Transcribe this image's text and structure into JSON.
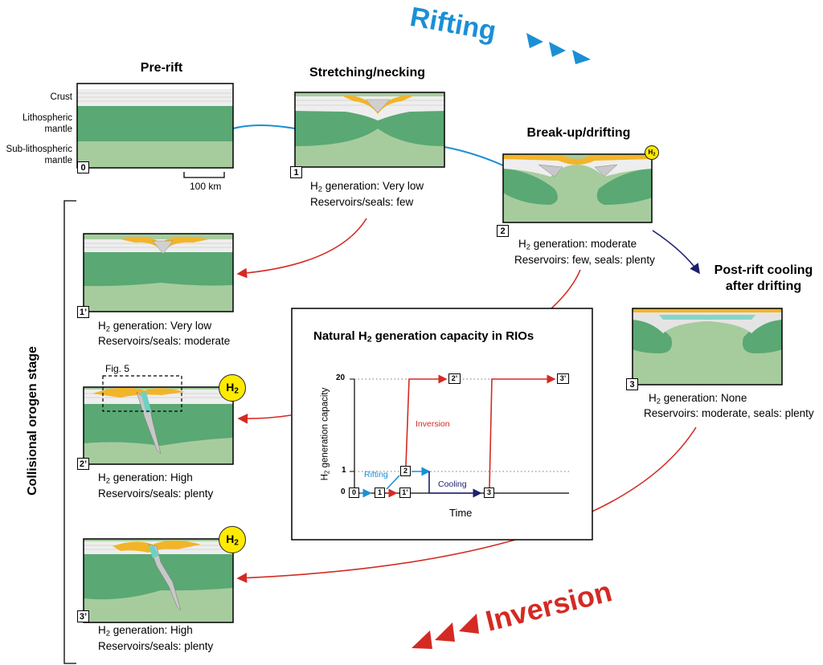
{
  "header": {
    "rifting_label": "Rifting",
    "inversion_label": "Inversion"
  },
  "side_label": "Collisional orogen stage",
  "panels": {
    "p0": {
      "number": "0",
      "title": "Pre-rift",
      "layer_labels": {
        "crust": "Crust",
        "lith_1": "Lithospheric",
        "lith_2": "mantle",
        "sublith_1": "Sub-lithospheric",
        "sublith_2": "mantle"
      },
      "scale_bar": "100 km"
    },
    "p1": {
      "number": "1",
      "title": "Stretching/necking",
      "h2_prefix": "H",
      "h2_sub": "2",
      "h2_text": " generation: Very low",
      "reservoirs": "Reservoirs/seals: few"
    },
    "p2": {
      "number": "2",
      "title": "Break-up/drifting",
      "badge_h": "H",
      "badge_sub": "2",
      "h2_prefix": "H",
      "h2_sub": "2",
      "h2_text": " generation: moderate",
      "reservoirs": "Reservoirs: few, seals: plenty"
    },
    "p3": {
      "number": "3",
      "title_1": "Post-rift cooling",
      "title_2": "after drifting",
      "h2_prefix": "H",
      "h2_sub": "2",
      "h2_text": " generation: None",
      "reservoirs": "Reservoirs: moderate, seals: plenty"
    },
    "p1p": {
      "number": "1’",
      "h2_prefix": "H",
      "h2_sub": "2",
      "h2_text": " generation: Very low",
      "reservoirs": "Reservoirs/seals: moderate"
    },
    "p2p": {
      "number": "2’",
      "fig_ref": "Fig. 5",
      "badge_h": "H",
      "badge_sub": "2",
      "h2_prefix": "H",
      "h2_sub": "2",
      "h2_text": " generation: High",
      "reservoirs": "Reservoirs/seals: plenty"
    },
    "p3p": {
      "number": "3’",
      "badge_h": "H",
      "badge_sub": "2",
      "h2_prefix": "H",
      "h2_sub": "2",
      "h2_text": " generation: High",
      "reservoirs": "Reservoirs/seals: plenty"
    }
  },
  "capacity_chart": {
    "title_prefix": "Natural H",
    "title_sub": "2",
    "title_suffix": " generation capacity in RIOs",
    "ylabel_prefix": "H",
    "ylabel_sub": "2",
    "ylabel_suffix": " generation capacity",
    "xlabel": "Time",
    "y_ticks": [
      "0",
      "1",
      "20"
    ],
    "annotations": {
      "rifting": "Rifting",
      "inversion": "Inversion",
      "cooling": "Cooling"
    },
    "nodes": [
      "0",
      "1",
      "1’",
      "2",
      "2’",
      "3",
      "3’"
    ]
  },
  "colors": {
    "rifting_blue": "#1b8fd6",
    "inversion_red": "#d42a23",
    "cooling_navy": "#1c1f6e",
    "mantle_green": "#5aa874",
    "asthenosphere_green": "#a6cc9e",
    "crust_grey": "#e8e8e8",
    "sediment_yellow": "#f2b429",
    "badge_yellow": "#ffea00"
  }
}
